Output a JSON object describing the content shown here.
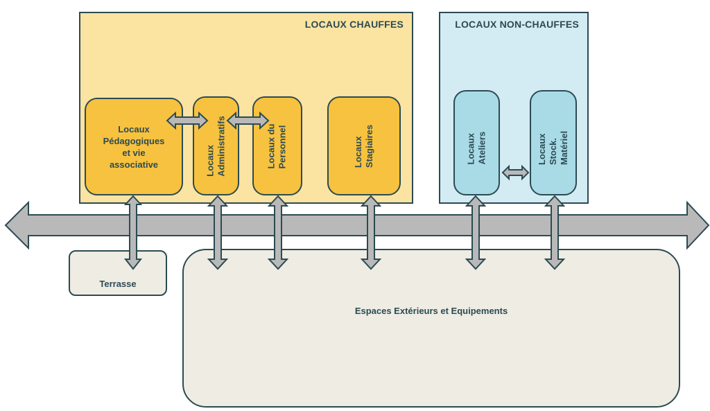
{
  "zones": {
    "heated": {
      "title": "LOCAUX CHAUFFES"
    },
    "unheated": {
      "title": "LOCAUX NON-CHAUFFES"
    }
  },
  "rooms": {
    "pedagogiques": "Locaux\nPédagogiques\net vie\nassociative",
    "administratifs": "Locaux\nAdministratifs",
    "personnel": "Locaux du\nPersonnel",
    "stagiaires": "Locaux\nStagiaires",
    "ateliers": "Locaux Ateliers",
    "stock": "Locaux Stock.\nMatériel"
  },
  "outdoor": {
    "terrasse": "Terrasse",
    "espaces": "Espaces Extérieurs et Equipements"
  },
  "colors": {
    "heated_zone": "#fbe3a1",
    "heated_room": "#f7c23f",
    "unheated_zone": "#d3ebf2",
    "unheated_room": "#a9dbe6",
    "outdoor": "#eeece3",
    "arrow_fill": "#b9b9b9",
    "outline": "#2c4a52"
  }
}
